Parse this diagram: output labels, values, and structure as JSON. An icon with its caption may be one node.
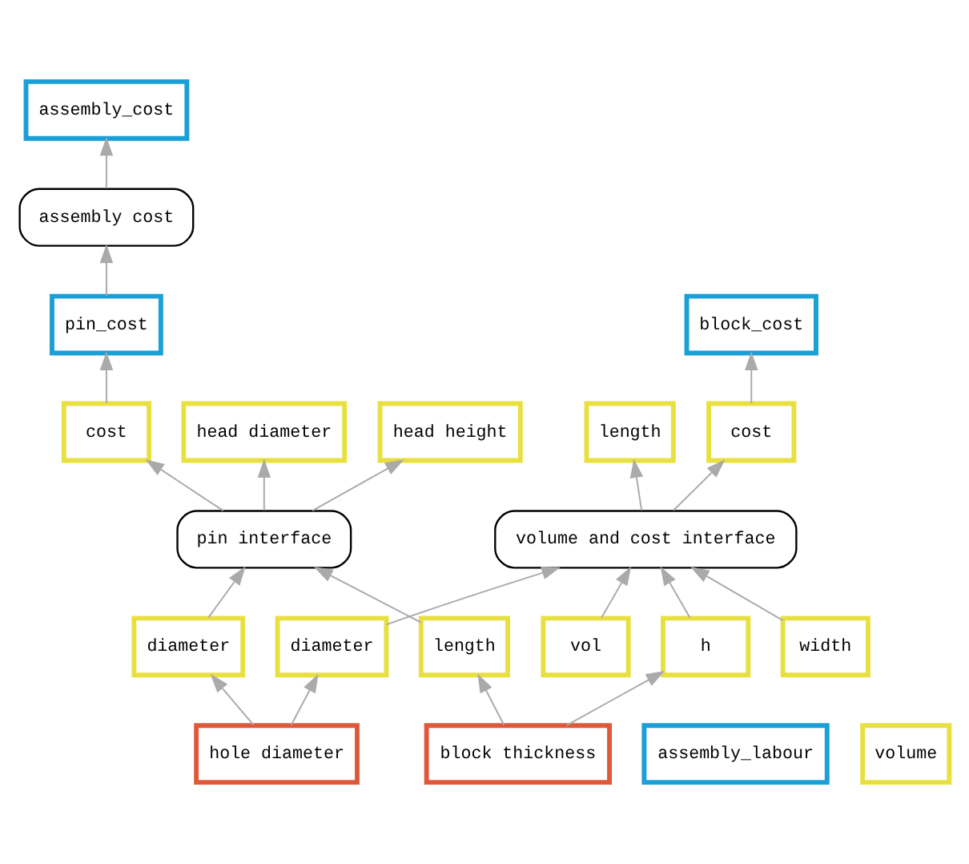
{
  "diagram": {
    "nodes": [
      {
        "text": [
          "assembly_cost"
        ]
      },
      {
        "text": [
          "assembly_labour"
        ]
      },
      {
        "text": [
          "assembly cost"
        ]
      },
      {
        "text": [
          "block_cost"
        ]
      },
      {
        "text": [
          "cost"
        ]
      },
      {
        "text": [
          "length"
        ]
      },
      {
        "text": [
          "pin_cost"
        ]
      },
      {
        "text": [
          "width"
        ]
      },
      {
        "text": [
          "volume and cost interface"
        ]
      },
      {
        "text": [
          "vol"
        ]
      },
      {
        "text": [
          "h"
        ]
      },
      {
        "text": [
          "cost"
        ]
      },
      {
        "text": [
          "block thickness"
        ]
      },
      {
        "text": [
          "diameter"
        ]
      },
      {
        "text": [
          "length"
        ]
      },
      {
        "text": [
          "volume"
        ]
      },
      {
        "text": [
          "pin interface"
        ]
      },
      {
        "text": [
          "hole diameter"
        ]
      },
      {
        "text": [
          "diameter"
        ]
      },
      {
        "text": [
          "head diameter"
        ]
      },
      {
        "text": [
          "head height"
        ]
      }
    ],
    "edges": [
      {
        "from": 2,
        "to": 0,
        "arrow": "to"
      },
      {
        "from": 6,
        "to": 2,
        "arrow": "to"
      },
      {
        "from": 4,
        "to": 3,
        "arrow": "to"
      },
      {
        "from": 8,
        "to": 4,
        "arrow": "to"
      },
      {
        "from": 8,
        "to": 5,
        "arrow": "to"
      },
      {
        "from": 7,
        "to": 8,
        "arrow": "to"
      },
      {
        "from": 9,
        "to": 8,
        "arrow": "to"
      },
      {
        "from": 10,
        "to": 8,
        "arrow": "to"
      },
      {
        "from": 13,
        "to": 8,
        "arrow": "to"
      },
      {
        "from": 17,
        "to": 13,
        "arrow": "to"
      },
      {
        "from": 12,
        "to": 10,
        "arrow": "to"
      },
      {
        "from": 12,
        "to": 14,
        "arrow": "to"
      },
      {
        "from": 14,
        "to": 16,
        "arrow": "to"
      },
      {
        "from": 16,
        "to": 11,
        "arrow": "to"
      },
      {
        "from": 11,
        "to": 6,
        "arrow": "to"
      },
      {
        "from": 18,
        "to": 16,
        "arrow": "to"
      },
      {
        "from": 17,
        "to": 18,
        "arrow": "to"
      },
      {
        "from": 16,
        "to": 19,
        "arrow": "to"
      },
      {
        "from": 16,
        "to": 20,
        "arrow": "to"
      }
    ]
  }
}
